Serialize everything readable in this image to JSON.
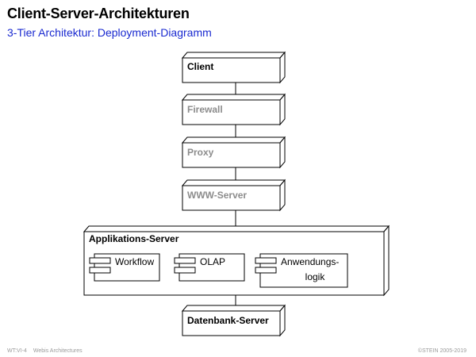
{
  "header": {
    "title": "Client-Server-Architekturen",
    "subtitle": "3-Tier Architektur: Deployment-Diagramm"
  },
  "nodes": {
    "client": "Client",
    "firewall": "Firewall",
    "proxy": "Proxy",
    "www_server": "WWW-Server",
    "app_server": "Applikations-Server",
    "db_server": "Datenbank-Server"
  },
  "components": {
    "workflow": "Workflow",
    "olap": "OLAP",
    "logic_line1": "Anwendungs-",
    "logic_line2": "logik"
  },
  "footer": {
    "slide_id": "WT:VI-4",
    "section": "Webis Architectures",
    "copyright": "©STEIN 2005-2019"
  },
  "colors": {
    "title": "#000000",
    "subtitle": "#1a2ad0",
    "active_label": "#000000",
    "muted_label": "#8c8c8c",
    "footer": "#9a9a9a"
  }
}
